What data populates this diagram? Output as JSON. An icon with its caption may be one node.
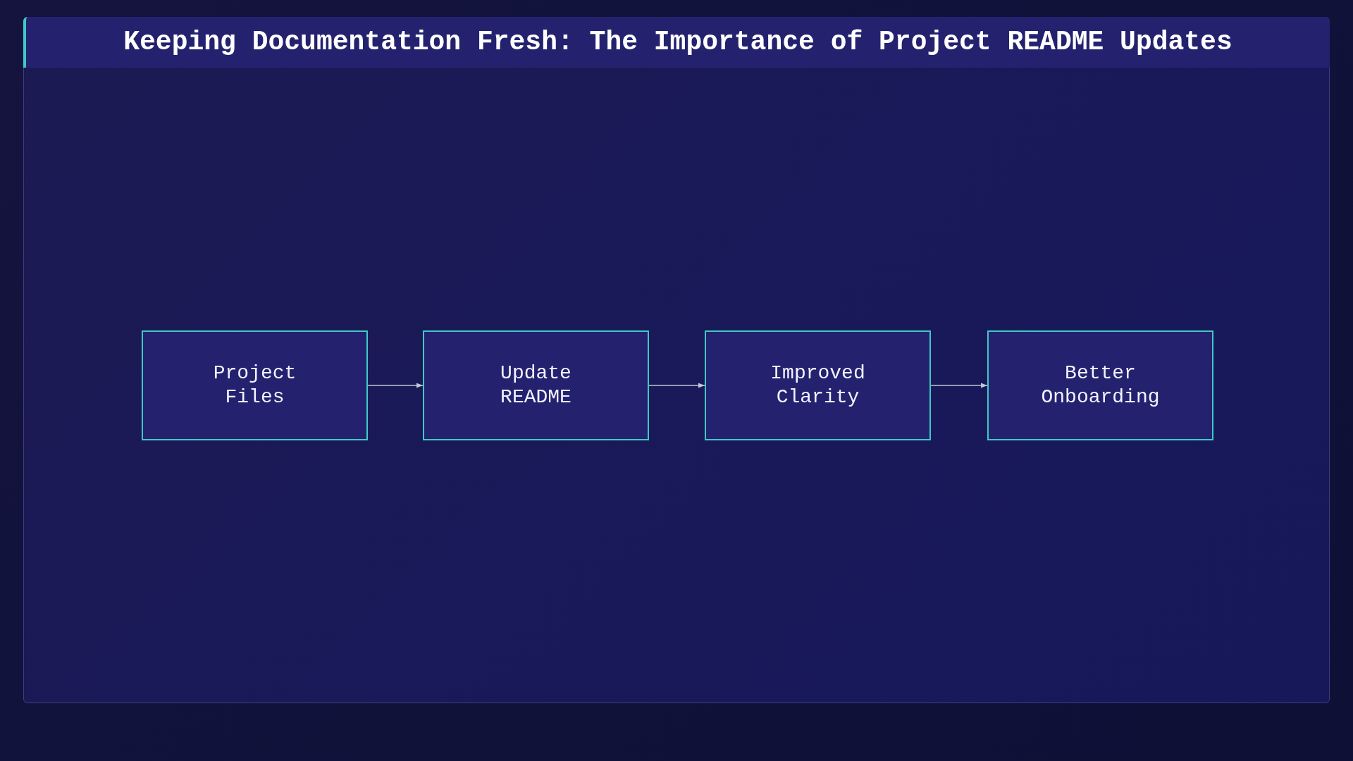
{
  "diagram": {
    "title": "Keeping Documentation Fresh: The Importance of Project README Updates",
    "nodes": [
      {
        "text": [
          "Project Files"
        ]
      },
      {
        "text": [
          "Update README"
        ]
      },
      {
        "text": [
          "Improved Clarity"
        ]
      },
      {
        "text": [
          "Better Onboarding"
        ]
      }
    ],
    "edges": [
      {
        "from": 0,
        "to": 1,
        "arrow": "to"
      },
      {
        "from": 1,
        "to": 2,
        "arrow": "to"
      },
      {
        "from": 2,
        "to": 3,
        "arrow": "to"
      }
    ]
  }
}
